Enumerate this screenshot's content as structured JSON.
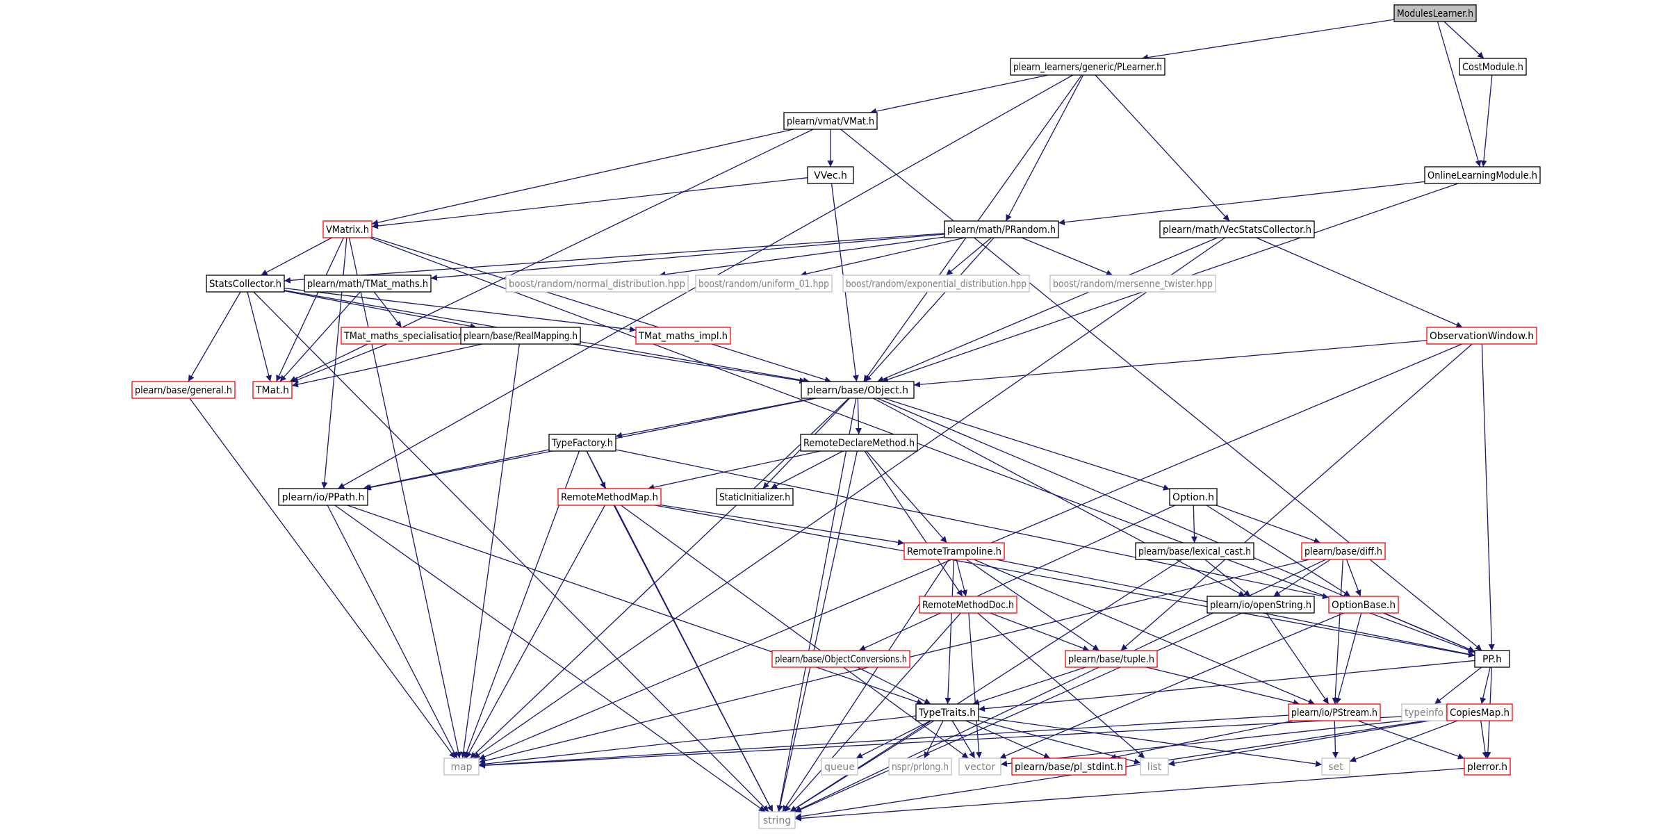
{
  "diagram": {
    "title": "",
    "colors": {
      "edge": "#191970",
      "edge_arrow": "#191970",
      "node_stroke_normal": "#000000",
      "node_stroke_truncated": "#ff0000",
      "node_stroke_system": "#bfbfbf",
      "node_fill_root": "#bfbfbf",
      "node_fill": "#ffffff",
      "text_normal": "#000000",
      "text_system": "#7f7f7f"
    },
    "nodes": [
      {
        "id": "ModulesLearner",
        "label": "ModulesLearner.h",
        "style": "root"
      },
      {
        "id": "PLearner",
        "label": "plearn_learners/generic/PLearner.h",
        "style": "normal"
      },
      {
        "id": "CostModule",
        "label": "CostModule.h",
        "style": "normal"
      },
      {
        "id": "VMat",
        "label": "plearn/vmat/VMat.h",
        "style": "normal"
      },
      {
        "id": "VVec",
        "label": "VVec.h",
        "style": "normal"
      },
      {
        "id": "OnlineLearningModule",
        "label": "OnlineLearningModule.h",
        "style": "normal"
      },
      {
        "id": "VMatrix",
        "label": "VMatrix.h",
        "style": "truncated"
      },
      {
        "id": "PRandom",
        "label": "plearn/math/PRandom.h",
        "style": "normal"
      },
      {
        "id": "VecStatsCollector",
        "label": "plearn/math/VecStatsCollector.h",
        "style": "normal"
      },
      {
        "id": "StatsCollector",
        "label": "StatsCollector.h",
        "style": "normal"
      },
      {
        "id": "TMat_maths",
        "label": "plearn/math/TMat_maths.h",
        "style": "normal"
      },
      {
        "id": "normal_dist",
        "label": "boost/random/normal_distribution.hpp",
        "style": "system"
      },
      {
        "id": "uniform01",
        "label": "boost/random/uniform_01.hpp",
        "style": "system"
      },
      {
        "id": "exp_dist",
        "label": "boost/random/exponential_distribution.hpp",
        "style": "system"
      },
      {
        "id": "mersenne",
        "label": "boost/random/mersenne_twister.hpp",
        "style": "system"
      },
      {
        "id": "TMat_maths_spec",
        "label": "TMat_maths_specialisation.h",
        "style": "truncated"
      },
      {
        "id": "RealMapping",
        "label": "plearn/base/RealMapping.h",
        "style": "normal"
      },
      {
        "id": "TMat_maths_impl",
        "label": "TMat_maths_impl.h",
        "style": "truncated"
      },
      {
        "id": "ObservationWindow",
        "label": "ObservationWindow.h",
        "style": "truncated"
      },
      {
        "id": "general",
        "label": "plearn/base/general.h",
        "style": "truncated"
      },
      {
        "id": "TMat",
        "label": "TMat.h",
        "style": "truncated"
      },
      {
        "id": "Object",
        "label": "plearn/base/Object.h",
        "style": "normal"
      },
      {
        "id": "TypeFactory",
        "label": "TypeFactory.h",
        "style": "normal"
      },
      {
        "id": "RemoteDeclareMethod",
        "label": "RemoteDeclareMethod.h",
        "style": "normal"
      },
      {
        "id": "PPath",
        "label": "plearn/io/PPath.h",
        "style": "normal"
      },
      {
        "id": "RemoteMethodMap",
        "label": "RemoteMethodMap.h",
        "style": "truncated"
      },
      {
        "id": "StaticInitializer",
        "label": "StaticInitializer.h",
        "style": "normal"
      },
      {
        "id": "Option",
        "label": "Option.h",
        "style": "normal"
      },
      {
        "id": "RemoteTrampoline",
        "label": "RemoteTrampoline.h",
        "style": "truncated"
      },
      {
        "id": "lexical_cast",
        "label": "plearn/base/lexical_cast.h",
        "style": "normal"
      },
      {
        "id": "diff",
        "label": "plearn/base/diff.h",
        "style": "truncated"
      },
      {
        "id": "RemoteMethodDoc",
        "label": "RemoteMethodDoc.h",
        "style": "truncated"
      },
      {
        "id": "openString",
        "label": "plearn/io/openString.h",
        "style": "normal"
      },
      {
        "id": "OptionBase",
        "label": "OptionBase.h",
        "style": "truncated"
      },
      {
        "id": "ObjectConversions",
        "label": "plearn/base/ObjectConversions.h",
        "style": "truncated"
      },
      {
        "id": "tuple",
        "label": "plearn/base/tuple.h",
        "style": "truncated"
      },
      {
        "id": "PP",
        "label": "PP.h",
        "style": "normal"
      },
      {
        "id": "TypeTraits",
        "label": "TypeTraits.h",
        "style": "normal"
      },
      {
        "id": "PStream",
        "label": "plearn/io/PStream.h",
        "style": "truncated"
      },
      {
        "id": "typeinfo",
        "label": "typeinfo",
        "style": "system"
      },
      {
        "id": "CopiesMap",
        "label": "CopiesMap.h",
        "style": "truncated"
      },
      {
        "id": "map",
        "label": "map",
        "style": "system"
      },
      {
        "id": "queue",
        "label": "queue",
        "style": "system"
      },
      {
        "id": "prlong",
        "label": "nspr/prlong.h",
        "style": "system"
      },
      {
        "id": "vector",
        "label": "vector",
        "style": "system"
      },
      {
        "id": "pl_stdint",
        "label": "plearn/base/pl_stdint.h",
        "style": "truncated"
      },
      {
        "id": "list",
        "label": "list",
        "style": "system"
      },
      {
        "id": "set",
        "label": "set",
        "style": "system"
      },
      {
        "id": "plerror",
        "label": "plerror.h",
        "style": "truncated"
      },
      {
        "id": "string",
        "label": "string",
        "style": "system"
      }
    ],
    "edges": [
      [
        "ModulesLearner",
        "PLearner"
      ],
      [
        "ModulesLearner",
        "CostModule"
      ],
      [
        "ModulesLearner",
        "OnlineLearningModule"
      ],
      [
        "CostModule",
        "OnlineLearningModule"
      ],
      [
        "PLearner",
        "VMat"
      ],
      [
        "PLearner",
        "PRandom"
      ],
      [
        "PLearner",
        "VecStatsCollector"
      ],
      [
        "PLearner",
        "Object"
      ],
      [
        "PLearner",
        "PPath"
      ],
      [
        "VMat",
        "VVec"
      ],
      [
        "VMat",
        "VMatrix"
      ],
      [
        "VMat",
        "TMat"
      ],
      [
        "VMat",
        "PP"
      ],
      [
        "VVec",
        "VMatrix"
      ],
      [
        "VVec",
        "Object"
      ],
      [
        "OnlineLearningModule",
        "PRandom"
      ],
      [
        "OnlineLearningModule",
        "Object"
      ],
      [
        "VMatrix",
        "StatsCollector"
      ],
      [
        "VMatrix",
        "TMat"
      ],
      [
        "VMatrix",
        "PPath"
      ],
      [
        "VMatrix",
        "map"
      ],
      [
        "VMatrix",
        "Object"
      ],
      [
        "VMatrix",
        "PP"
      ],
      [
        "PRandom",
        "StatsCollector"
      ],
      [
        "PRandom",
        "normal_dist"
      ],
      [
        "PRandom",
        "uniform01"
      ],
      [
        "PRandom",
        "exp_dist"
      ],
      [
        "PRandom",
        "mersenne"
      ],
      [
        "PRandom",
        "Object"
      ],
      [
        "PRandom",
        "TMat_maths"
      ],
      [
        "VecStatsCollector",
        "ObservationWindow"
      ],
      [
        "VecStatsCollector",
        "Object"
      ],
      [
        "VecStatsCollector",
        "map"
      ],
      [
        "StatsCollector",
        "general"
      ],
      [
        "StatsCollector",
        "TMat"
      ],
      [
        "StatsCollector",
        "RealMapping"
      ],
      [
        "StatsCollector",
        "string"
      ],
      [
        "StatsCollector",
        "TMat_maths_impl"
      ],
      [
        "StatsCollector",
        "Object"
      ],
      [
        "TMat_maths",
        "TMat_maths_spec"
      ],
      [
        "TMat_maths",
        "TMat"
      ],
      [
        "TMat_maths_spec",
        "TMat"
      ],
      [
        "RealMapping",
        "TMat"
      ],
      [
        "RealMapping",
        "Object"
      ],
      [
        "RealMapping",
        "map"
      ],
      [
        "ObservationWindow",
        "Object"
      ],
      [
        "ObservationWindow",
        "PP"
      ],
      [
        "ObservationWindow",
        "tuple"
      ],
      [
        "ObservationWindow",
        "map"
      ],
      [
        "general",
        "map"
      ],
      [
        "Object",
        "TypeFactory"
      ],
      [
        "Object",
        "RemoteDeclareMethod"
      ],
      [
        "Object",
        "StaticInitializer"
      ],
      [
        "Object",
        "Option"
      ],
      [
        "Object",
        "PPath"
      ],
      [
        "Object",
        "map"
      ],
      [
        "Object",
        "PP"
      ],
      [
        "Object",
        "openString"
      ],
      [
        "Object",
        "string"
      ],
      [
        "TypeFactory",
        "PPath"
      ],
      [
        "TypeFactory",
        "RemoteMethodMap"
      ],
      [
        "TypeFactory",
        "map"
      ],
      [
        "TypeFactory",
        "string"
      ],
      [
        "TypeFactory",
        "OptionBase"
      ],
      [
        "RemoteDeclareMethod",
        "RemoteMethodMap"
      ],
      [
        "RemoteDeclareMethod",
        "StaticInitializer"
      ],
      [
        "RemoteDeclareMethod",
        "RemoteTrampoline"
      ],
      [
        "RemoteDeclareMethod",
        "RemoteMethodDoc"
      ],
      [
        "RemoteDeclareMethod",
        "string"
      ],
      [
        "PPath",
        "map"
      ],
      [
        "PPath",
        "string"
      ],
      [
        "PPath",
        "TypeTraits"
      ],
      [
        "RemoteMethodMap",
        "RemoteTrampoline"
      ],
      [
        "RemoteMethodMap",
        "map"
      ],
      [
        "RemoteMethodMap",
        "string"
      ],
      [
        "RemoteMethodMap",
        "vector"
      ],
      [
        "RemoteMethodMap",
        "PP"
      ],
      [
        "Option",
        "lexical_cast"
      ],
      [
        "Option",
        "diff"
      ],
      [
        "Option",
        "OptionBase"
      ],
      [
        "Option",
        "ObjectConversions"
      ],
      [
        "RemoteTrampoline",
        "RemoteMethodDoc"
      ],
      [
        "RemoteTrampoline",
        "tuple"
      ],
      [
        "RemoteTrampoline",
        "TypeTraits"
      ],
      [
        "RemoteTrampoline",
        "PStream"
      ],
      [
        "RemoteTrampoline",
        "string"
      ],
      [
        "RemoteTrampoline",
        "PP"
      ],
      [
        "lexical_cast",
        "openString"
      ],
      [
        "lexical_cast",
        "string"
      ],
      [
        "diff",
        "openString"
      ],
      [
        "diff",
        "OptionBase"
      ],
      [
        "diff",
        "PStream"
      ],
      [
        "diff",
        "map"
      ],
      [
        "diff",
        "string"
      ],
      [
        "RemoteMethodDoc",
        "tuple"
      ],
      [
        "RemoteMethodDoc",
        "vector"
      ],
      [
        "RemoteMethodDoc",
        "list"
      ],
      [
        "RemoteMethodDoc",
        "string"
      ],
      [
        "openString",
        "PStream"
      ],
      [
        "openString",
        "string"
      ],
      [
        "OptionBase",
        "PP"
      ],
      [
        "OptionBase",
        "PStream"
      ],
      [
        "OptionBase",
        "vector"
      ],
      [
        "ObjectConversions",
        "TypeTraits"
      ],
      [
        "tuple",
        "TypeTraits"
      ],
      [
        "tuple",
        "PStream"
      ],
      [
        "PP",
        "TypeTraits"
      ],
      [
        "PP",
        "typeinfo"
      ],
      [
        "PP",
        "CopiesMap"
      ],
      [
        "PP",
        "plerror"
      ],
      [
        "TypeTraits",
        "map"
      ],
      [
        "TypeTraits",
        "queue"
      ],
      [
        "TypeTraits",
        "prlong"
      ],
      [
        "TypeTraits",
        "vector"
      ],
      [
        "TypeTraits",
        "pl_stdint"
      ],
      [
        "TypeTraits",
        "list"
      ],
      [
        "TypeTraits",
        "set"
      ],
      [
        "TypeTraits",
        "string"
      ],
      [
        "PStream",
        "map"
      ],
      [
        "PStream",
        "pl_stdint"
      ],
      [
        "PStream",
        "set"
      ],
      [
        "PStream",
        "plerror"
      ],
      [
        "CopiesMap",
        "map"
      ],
      [
        "CopiesMap",
        "vector"
      ],
      [
        "CopiesMap",
        "list"
      ],
      [
        "CopiesMap",
        "set"
      ],
      [
        "CopiesMap",
        "plerror"
      ],
      [
        "CopiesMap",
        "string"
      ],
      [
        "plerror",
        "string"
      ]
    ]
  }
}
